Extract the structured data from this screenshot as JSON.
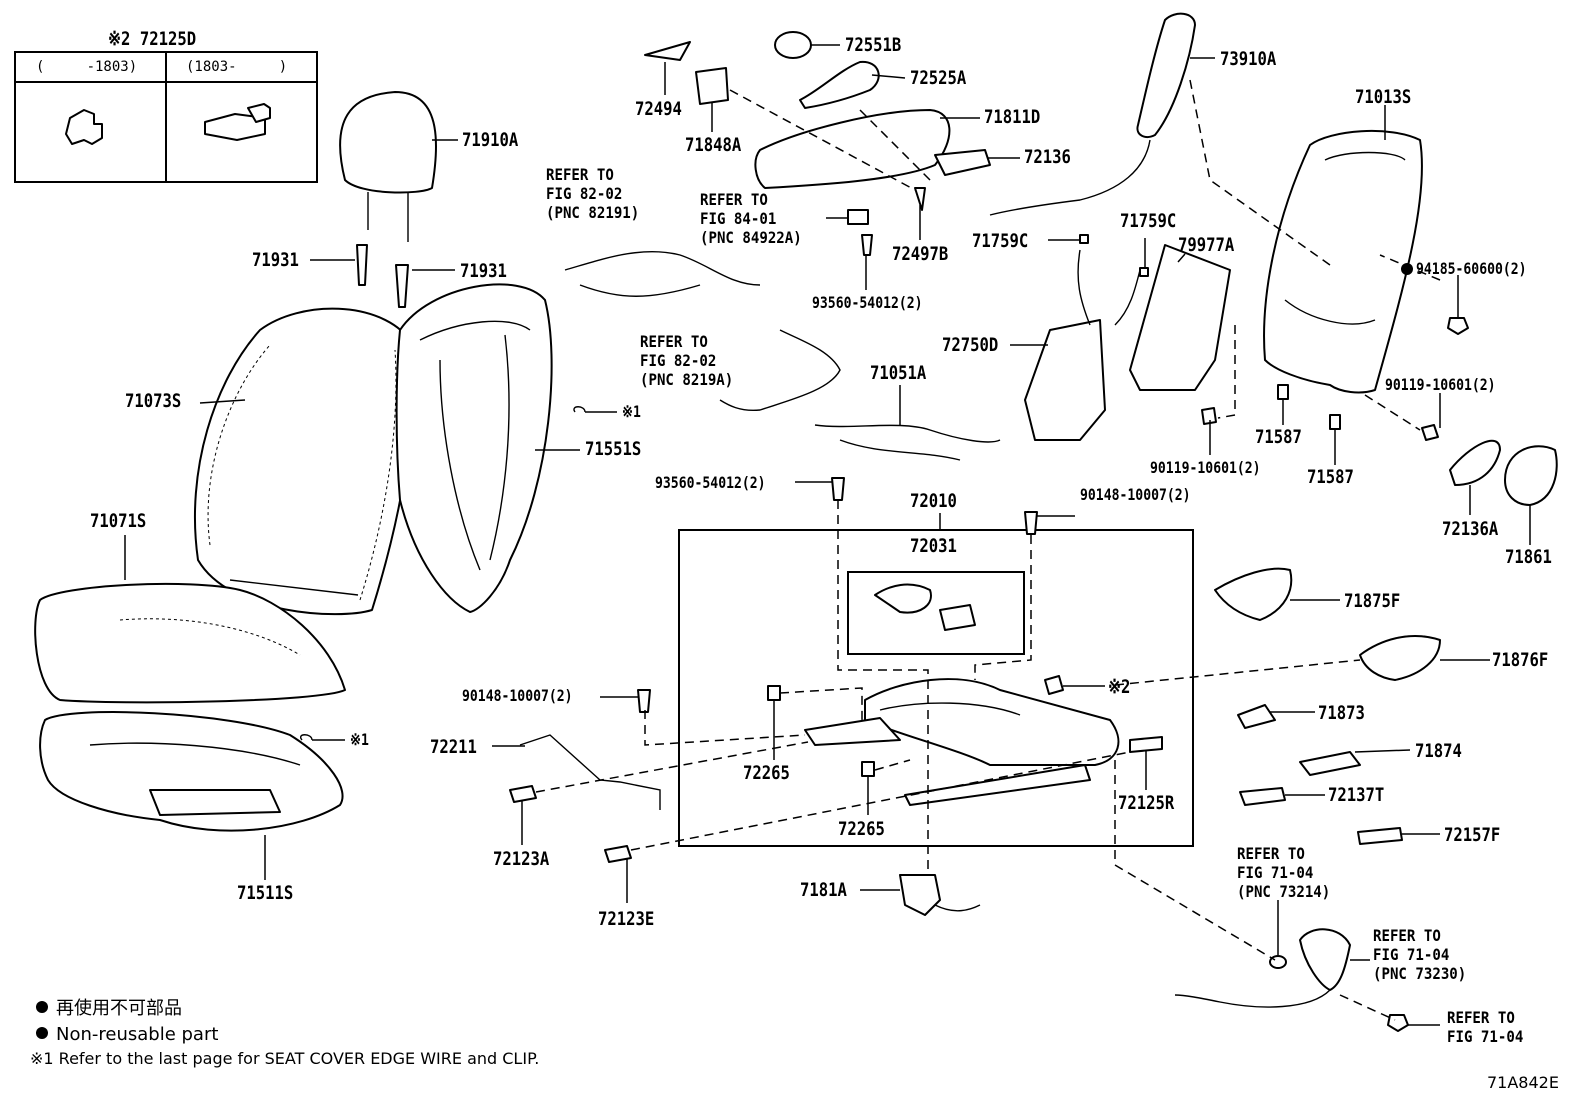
{
  "legend": {
    "nonreusable_jp": "再使用不可部品",
    "nonreusable_en": "Non-reusable part",
    "note1": "※1 Refer to the last page for SEAT COVER EDGE WIRE and CLIP."
  },
  "figure_code": "71A842E",
  "inset": {
    "title": "※2 72125D",
    "col1": "(     -1803)",
    "col2": "(1803-     )"
  },
  "parts": {
    "p71910A": "71910A",
    "p71931a": "71931",
    "p71931b": "71931",
    "p71073S": "71073S",
    "p71551S": "71551S",
    "p71071S": "71071S",
    "p71511S": "71511S",
    "p72494": "72494",
    "p71848A": "71848A",
    "p72551B": "72551B",
    "p72525A": "72525A",
    "p71811D": "71811D",
    "p72136": "72136",
    "p72497B": "72497B",
    "p93560a": "93560-54012(2)",
    "p73910A": "73910A",
    "p71013S": "71013S",
    "p71759Ca": "71759C",
    "p71759Cb": "71759C",
    "p79977A": "79977A",
    "p72750D": "72750D",
    "p94185": "94185-60600(2)",
    "p90119a": "90119-10601(2)",
    "p90119b": "90119-10601(2)",
    "p71587a": "71587",
    "p71587b": "71587",
    "p71051A": "71051A",
    "p93560b": "93560-54012(2)",
    "p90148a": "90148-10007(2)",
    "p72010": "72010",
    "p72031": "72031",
    "p72136A": "72136A",
    "p71861": "71861",
    "p71875F": "71875F",
    "p71876F": "71876F",
    "p90148b": "90148-10007(2)",
    "pref2": "※2",
    "p72211": "72211",
    "p72265a": "72265",
    "p72265b": "72265",
    "p72125R": "72125R",
    "p71873": "71873",
    "p71874": "71874",
    "p72137T": "72137T",
    "p72157F": "72157F",
    "p72123A": "72123A",
    "p72123E": "72123E",
    "p7181A": "7181A",
    "note1a": "※1",
    "note1b": "※1"
  },
  "refs": {
    "r82191": "REFER TO\nFIG 82-02\n(PNC 82191)",
    "r84922": "REFER TO\nFIG 84-01\n(PNC 84922A)",
    "r8219A": "REFER TO\nFIG 82-02\n(PNC 8219A)",
    "r73214": "REFER TO\nFIG 71-04\n(PNC 73214)",
    "r73230": "REFER TO\nFIG 71-04\n(PNC 73230)",
    "r7104": "REFER TO\nFIG 71-04"
  }
}
